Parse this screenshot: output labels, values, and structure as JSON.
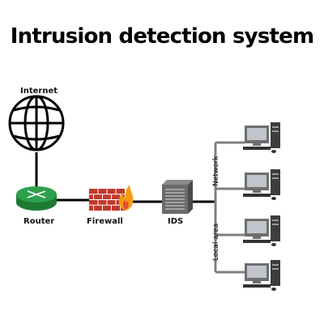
{
  "title": "Intrusion detection system",
  "nodes": {
    "internet": "Internet",
    "router": "Router",
    "firewall": "Firewall",
    "ids": "IDS"
  },
  "lan_labels": {
    "network": "Network",
    "local_area": "Local area"
  },
  "icons": [
    "globe-icon",
    "router-icon",
    "firewall-icon",
    "fire-icon",
    "server-icon",
    "computer-icon"
  ],
  "colors": {
    "router": "#2ea04d",
    "brick": "#c0392b",
    "flame": "#f39c12",
    "cable": "#808080"
  }
}
